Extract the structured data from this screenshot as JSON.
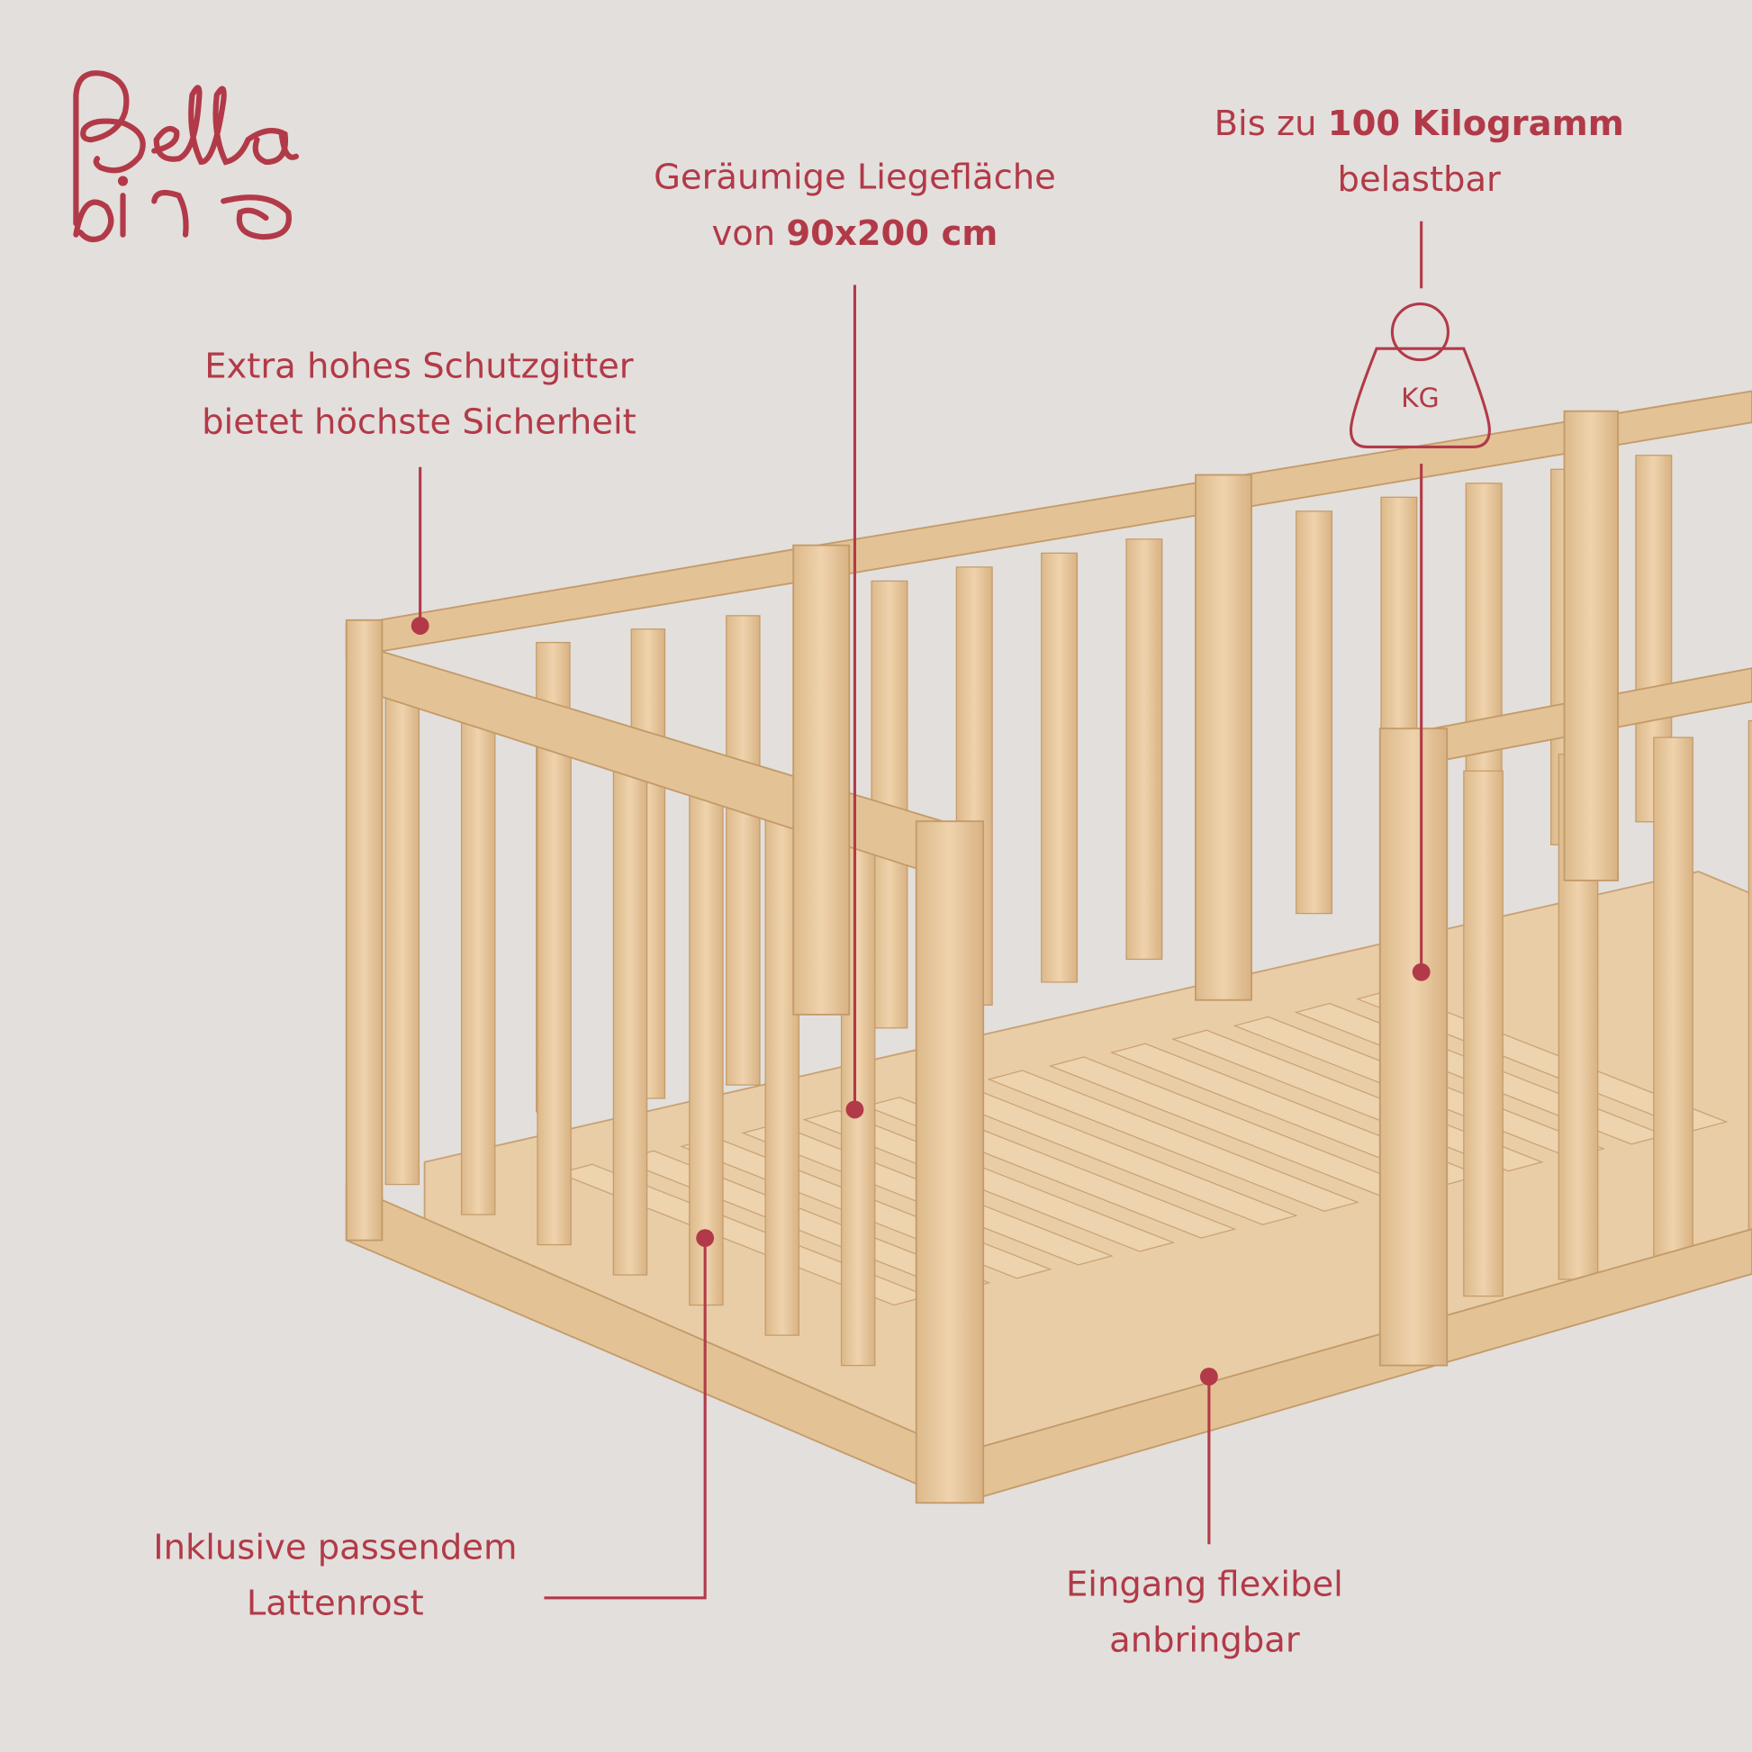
{
  "brand": {
    "logo_text": "Bella bino"
  },
  "callouts": {
    "guard": {
      "line1": "Extra hohes Schutzgitter",
      "line2": "bietet höchste Sicherheit"
    },
    "surface": {
      "line1": "Geräumige Liegefläche",
      "line2_pre": "von ",
      "line2_bold": "90x200 cm"
    },
    "load": {
      "line1_pre": "Bis zu ",
      "line1_bold": "100 Kilogramm",
      "line2": "belastbar",
      "icon_text": "KG"
    },
    "slats": {
      "line1": "Inklusive passendem",
      "line2": "Lattenrost"
    },
    "entrance": {
      "line1": "Eingang flexibel",
      "line2": "anbringbar"
    }
  },
  "colors": {
    "accent": "#b23a48",
    "background": "#e3dfdc",
    "wood": "#e6c79c"
  }
}
